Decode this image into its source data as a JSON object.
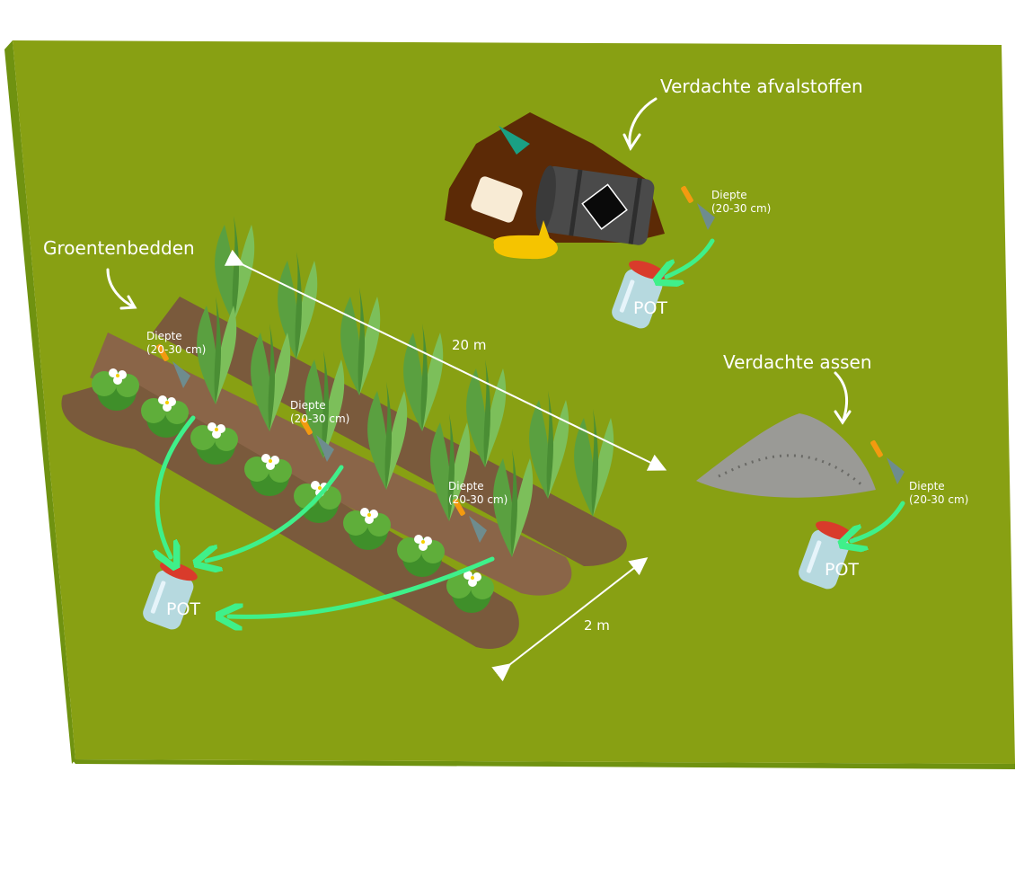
{
  "colors": {
    "field": "#88a013",
    "field_edge": "#6f9210",
    "soil": "#7a5a3c",
    "arrow_green": "#3ff08a",
    "ash": "#9a9a96",
    "waste": "#5c2a06",
    "barrel": "#4a4a4a",
    "spill": "#f5c400",
    "jar": "#b8dcea",
    "lid": "#d93b2b"
  },
  "labels": {
    "waste_title": "Verdachte afvalstoffen",
    "beds_title": "Groentenbedden",
    "ash_title": "Verdachte assen",
    "length": "20 m",
    "width": "2 m"
  },
  "depth_notes": [
    {
      "text": "Diepte\n(20-30 cm)"
    },
    {
      "text": "Diepte\n(20-30 cm)"
    },
    {
      "text": "Diepte\n(20-30 cm)"
    },
    {
      "text": "Diepte\n(20-30 cm)"
    },
    {
      "text": "Diepte\n(20-30 cm)"
    }
  ],
  "jars": [
    {
      "label": "POT"
    },
    {
      "label": "POT"
    },
    {
      "label": "POT"
    }
  ],
  "icons": [
    "trowel-icon",
    "jar-icon",
    "barrel-icon",
    "hazard-diamond-icon",
    "curved-arrow-icon",
    "dimension-arrow-icon"
  ]
}
